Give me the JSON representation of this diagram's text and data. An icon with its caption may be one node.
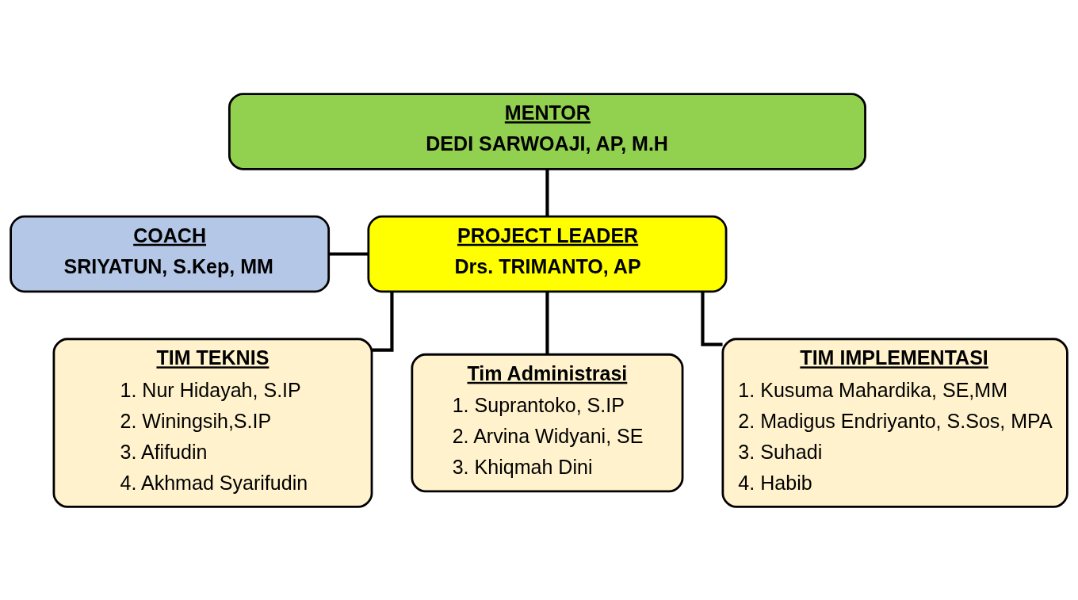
{
  "diagram": {
    "nodes": [
      {
        "text": [
          "MENTOR",
          "DEDI SARWOAJI, AP, M.H"
        ]
      },
      {
        "text": [
          "COACH",
          "SRIYATUN, S.Kep, MM"
        ]
      },
      {
        "text": [
          "PROJECT LEADER",
          "Drs. TRIMANTO, AP"
        ]
      },
      {
        "text": [
          "TIM TEKNIS",
          "1. Nur Hidayah, S.IP",
          "2. Winingsih,S.IP",
          "3. Afifudin",
          "4. Akhmad Syarifudin"
        ]
      },
      {
        "text": [
          "Tim Administrasi",
          "1. Suprantoko, S.IP",
          "2. Arvina Widyani, SE",
          "3. Khiqmah Dini"
        ]
      },
      {
        "text": [
          "TIM IMPLEMENTASI",
          "1. Kusuma Mahardika, SE,MM",
          "2. Madigus Endriyanto, S.Sos, MPA",
          "3. Suhadi",
          "4. Habib"
        ]
      }
    ],
    "edges": [
      {
        "from": 0,
        "to": 2,
        "arrow": "none"
      },
      {
        "from": 1,
        "to": 2,
        "arrow": "none"
      },
      {
        "from": 2,
        "to": 3,
        "arrow": "none"
      },
      {
        "from": 2,
        "to": 4,
        "arrow": "none"
      },
      {
        "from": 2,
        "to": 5,
        "arrow": "none"
      }
    ]
  }
}
